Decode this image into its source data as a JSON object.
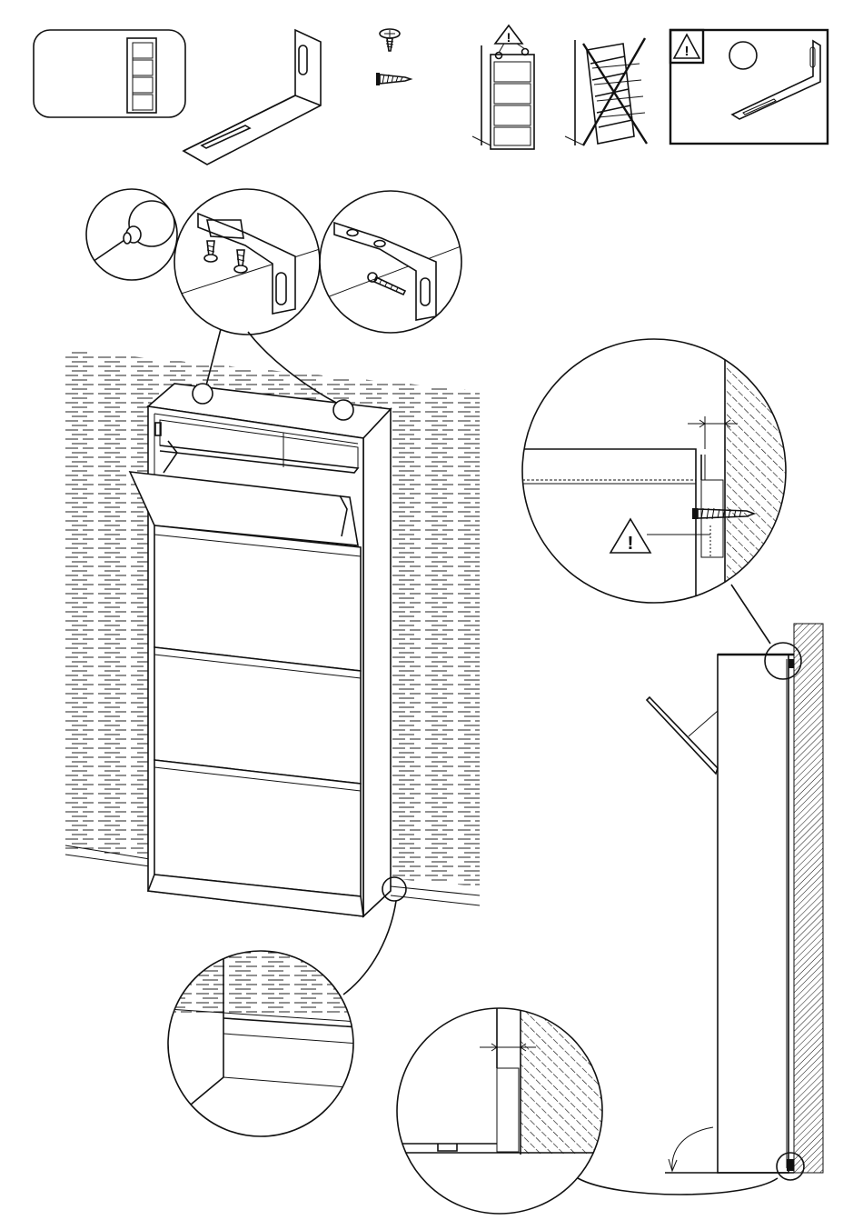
{
  "document": {
    "type": "assembly-instruction-sheet",
    "step": "wall-fixing"
  },
  "parts_panel": {
    "product": "shoe-cabinet-4-flaps",
    "bracket": "l-shaped-wall-bracket",
    "screws": [
      "short-screw",
      "wood-screw"
    ]
  },
  "do_dont": {
    "correct": "cabinet-fixed-to-wall",
    "wrong": "cabinet-tipping-over",
    "wrong_mark": "cross-mark"
  },
  "warning": {
    "icon": "warning-triangle-icon",
    "symbol": "!"
  },
  "detail_callouts": [
    "wall-plug-detail",
    "bracket-screw-top-detail",
    "bracket-wall-screw-detail",
    "floor-gap-detail",
    "wall-gap-section-detail",
    "bottom-floor-section-detail"
  ],
  "colors": {
    "line": "#111111",
    "paper": "#ffffff"
  }
}
